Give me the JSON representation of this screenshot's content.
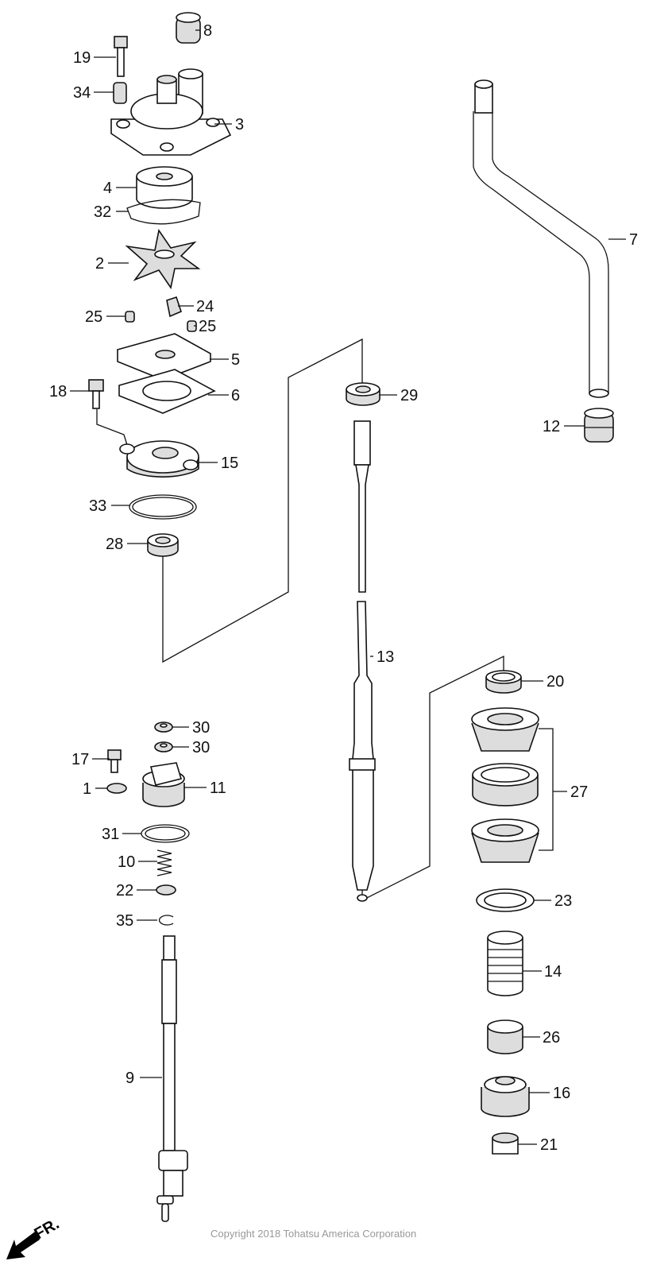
{
  "diagram": {
    "callouts": [
      "8",
      "19",
      "34",
      "3",
      "4",
      "32",
      "2",
      "24",
      "25",
      "25",
      "5",
      "6",
      "18",
      "29",
      "7",
      "12",
      "15",
      "33",
      "28",
      "13",
      "20",
      "30",
      "30",
      "17",
      "1",
      "11",
      "27",
      "31",
      "10",
      "22",
      "35",
      "23",
      "14",
      "26",
      "9",
      "16",
      "21"
    ],
    "direction_label": "FR.",
    "copyright": "Copyright 2018 Tohatsu America Corporation"
  }
}
